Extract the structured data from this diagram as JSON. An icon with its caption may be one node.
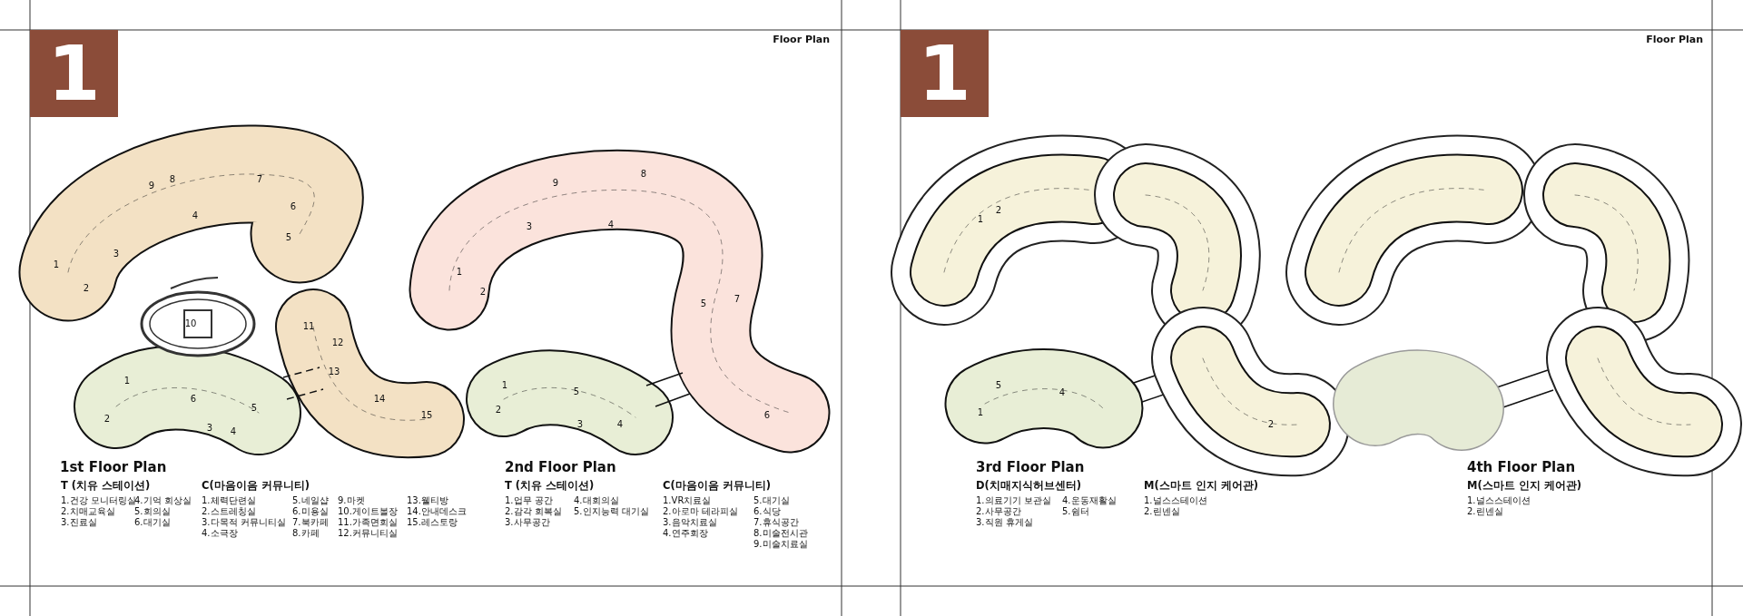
{
  "diagram": {
    "labels": [
      "1",
      "Floor Plan",
      "9",
      "8",
      "7",
      "6",
      "5",
      "4",
      "3",
      "2",
      "1",
      "10",
      "11",
      "12",
      "13",
      "14",
      "15",
      "1",
      "2",
      "6",
      "5",
      "3",
      "4",
      "9",
      "8",
      "1",
      "3",
      "4",
      "2",
      "5",
      "7",
      "6",
      "1",
      "2",
      "5",
      "3",
      "4",
      "1st Floor Plan",
      "T (치유 스테이션)",
      "C(마음이음 커뮤니티)",
      "1.건강 모니터링실",
      "4.기억 회상실",
      "2.치매교육실",
      "5.회의실",
      "3.진료실",
      "6.대기실",
      "1.체력단련실",
      "5.네일샵",
      "9.마켓",
      "13.웰티방",
      "2.스트레칭실",
      "6.미용실",
      "10.게이트볼장",
      "14.안내데스크",
      "3.다목적 커뮤니티실",
      "7.북카페",
      "11.가족면회실",
      "15.레스토랑",
      "4.소극장",
      "8.카페",
      "12.커뮤니티실",
      "2nd Floor Plan",
      "T (치유 스테이션)",
      "C(마음이음 커뮤니티)",
      "1.업무 공간",
      "4.대회의실",
      "2.감각 회복실",
      "5.인지능력 대기실",
      "3.사무공간",
      "1.VR치료실",
      "5.대기실",
      "2.아로마 테라피실",
      "6.식당",
      "3.음악치료실",
      "7.휴식공간",
      "4.연주회장",
      "8.미술전시관",
      "9.미술치료실",
      "1",
      "Floor Plan",
      "1",
      "2",
      "5",
      "4",
      "1",
      "2",
      "3rd Floor Plan",
      "D(치매지식허브센터)",
      "M(스마트 인지 케어관)",
      "1.의료기기 보관실",
      "4.운동재활실",
      "1.널스스테이션",
      "2.사무공간",
      "5.쉼터",
      "2.린넨실",
      "3.직원 휴게실",
      "4th Floor Plan",
      "M(스마트 인지 케어관)",
      "1.널스스테이션",
      "2.린넨실"
    ]
  }
}
